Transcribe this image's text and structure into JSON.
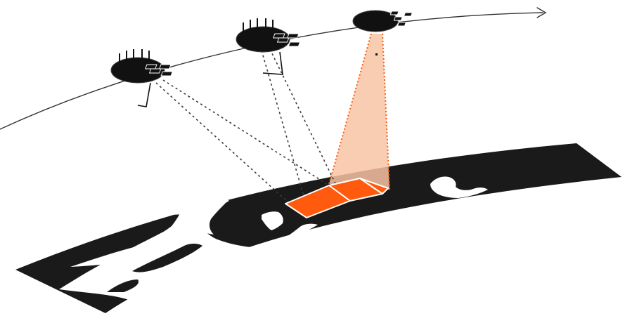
{
  "colors": {
    "background": "#ffffff",
    "earth": "#1b1a1a",
    "land": "#ffffff",
    "orbit": "#333333",
    "footprint": "#ff5a0d",
    "beam_fill": "#f8c4a4",
    "beam_outline": "#ff5a0d",
    "sightline": "#3a3a3a",
    "satellite": "#111111"
  },
  "icons": {
    "orbit_arrow": "arrow-head-icon",
    "satellite": "satellite-icon",
    "antenna": "antenna-icon",
    "solar_panel": "solar-panel-icon"
  },
  "satellites": [
    {
      "id": "sat-1",
      "role": "oblique-view"
    },
    {
      "id": "sat-2",
      "role": "oblique-view"
    },
    {
      "id": "sat-3",
      "role": "nadir-view"
    }
  ],
  "footprint_cells": 3
}
